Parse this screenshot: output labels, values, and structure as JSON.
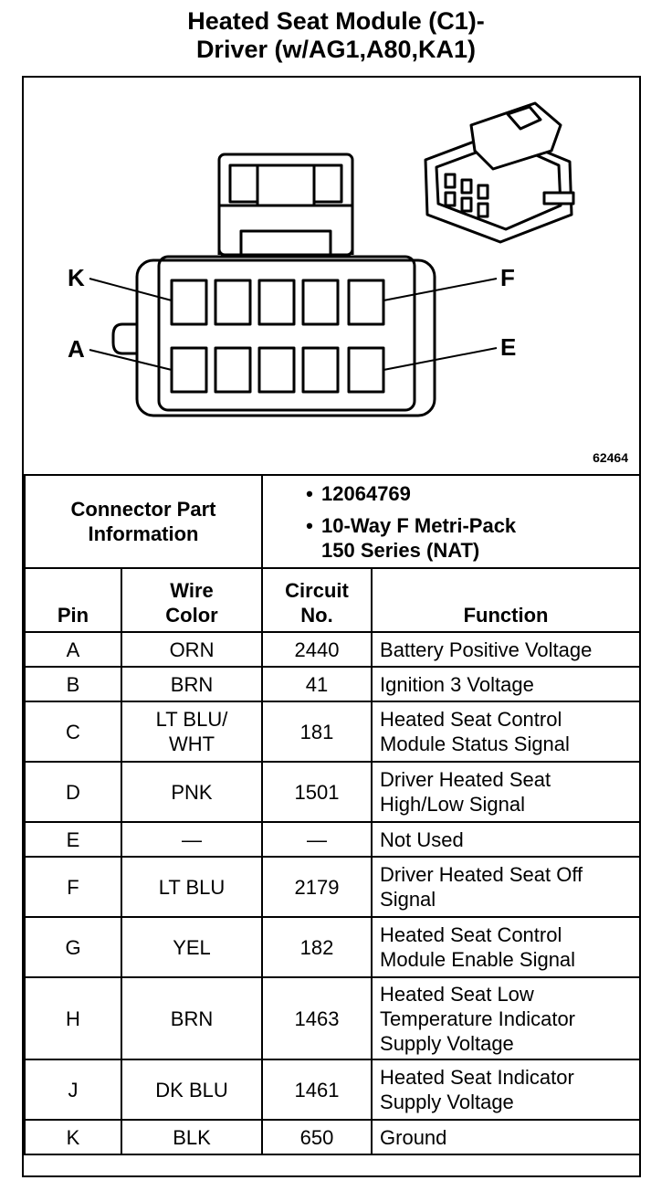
{
  "title": {
    "line1": "Heated Seat Module (C1)-",
    "line2": "Driver (w/AG1,A80,KA1)"
  },
  "diagram": {
    "figure_number": "62464",
    "labels": {
      "k": "K",
      "a": "A",
      "f": "F",
      "e": "E"
    }
  },
  "connector_info": {
    "label_line1": "Connector Part",
    "label_line2": "Information",
    "items": [
      "12064769",
      "10-Way F Metri-Pack",
      "150 Series (NAT)"
    ],
    "bullet": "•"
  },
  "headers": {
    "pin": "Pin",
    "wire_color_1": "Wire",
    "wire_color_2": "Color",
    "circuit_1": "Circuit",
    "circuit_2": "No.",
    "function": "Function"
  },
  "rows": [
    {
      "pin": "A",
      "color_1": "ORN",
      "color_2": "",
      "circuit": "2440",
      "func_1": "Battery Positive Voltage",
      "func_2": "",
      "func_3": ""
    },
    {
      "pin": "B",
      "color_1": "BRN",
      "color_2": "",
      "circuit": "41",
      "func_1": "Ignition 3 Voltage",
      "func_2": "",
      "func_3": ""
    },
    {
      "pin": "C",
      "color_1": "LT BLU/",
      "color_2": "WHT",
      "circuit": "181",
      "func_1": "Heated Seat Control",
      "func_2": "Module Status Signal",
      "func_3": ""
    },
    {
      "pin": "D",
      "color_1": "PNK",
      "color_2": "",
      "circuit": "1501",
      "func_1": "Driver Heated Seat",
      "func_2": "High/Low Signal",
      "func_3": ""
    },
    {
      "pin": "E",
      "color_1": "—",
      "color_2": "",
      "circuit": "—",
      "func_1": "Not Used",
      "func_2": "",
      "func_3": ""
    },
    {
      "pin": "F",
      "color_1": "LT BLU",
      "color_2": "",
      "circuit": "2179",
      "func_1": "Driver Heated Seat Off",
      "func_2": "Signal",
      "func_3": ""
    },
    {
      "pin": "G",
      "color_1": "YEL",
      "color_2": "",
      "circuit": "182",
      "func_1": "Heated Seat Control",
      "func_2": "Module Enable Signal",
      "func_3": ""
    },
    {
      "pin": "H",
      "color_1": "BRN",
      "color_2": "",
      "circuit": "1463",
      "func_1": "Heated Seat Low",
      "func_2": "Temperature Indicator",
      "func_3": "Supply Voltage"
    },
    {
      "pin": "J",
      "color_1": "DK BLU",
      "color_2": "",
      "circuit": "1461",
      "func_1": "Heated Seat Indicator",
      "func_2": "Supply Voltage",
      "func_3": ""
    },
    {
      "pin": "K",
      "color_1": "BLK",
      "color_2": "",
      "circuit": "650",
      "func_1": "Ground",
      "func_2": "",
      "func_3": ""
    }
  ]
}
